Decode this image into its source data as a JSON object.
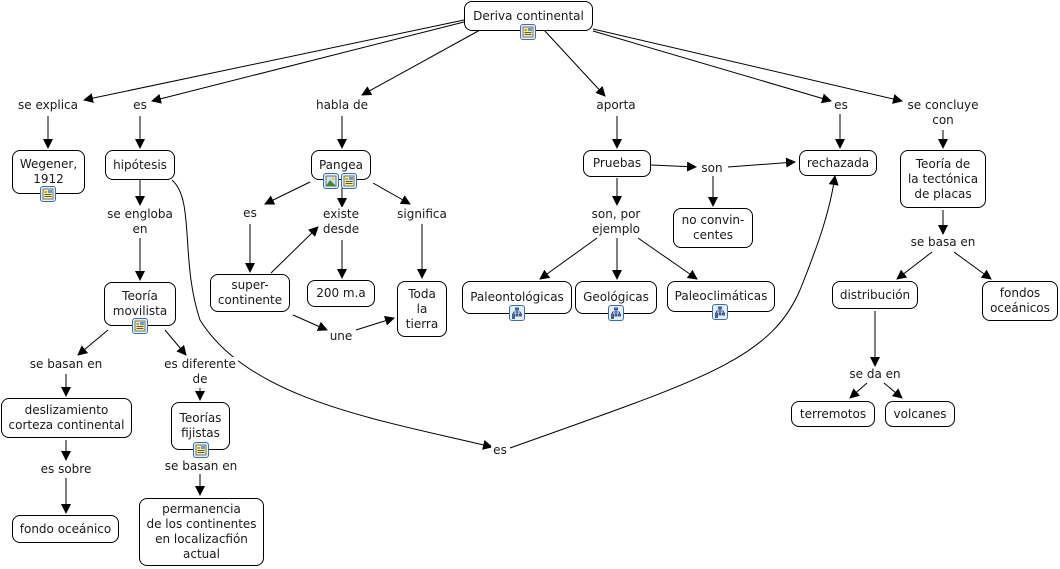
{
  "map_title": "Deriva continental",
  "concepts": {
    "root": "Deriva continental",
    "wegener": "Wegener,\n1912",
    "hipotesis": "hipótesis",
    "teoria_movilista": "Teoría\nmovilista",
    "deslizamiento": "deslizamiento\ncorteza continental",
    "fondo_oceanico": "fondo oceánico",
    "teorias_fijistas": "Teorías\nfijistas",
    "permanencia": "permanencia\nde los continentes\nen localizacfión\nactual",
    "pangea": "Pangea",
    "supercontinente": "super-\ncontinente",
    "m200": "200 m.a",
    "toda_tierra": "Toda\nla\ntierra",
    "pruebas": "Pruebas",
    "no_convincentes": "no convin-\ncentes",
    "paleontologicas": "Paleontológicas",
    "geologicas": "Geológicas",
    "paleoclimaticas": "Paleoclimáticas",
    "rechazada": "rechazada",
    "tectonica": "Teoría de\nla tectónica\nde placas",
    "distribucion": "distribución",
    "fondos_oceanicos": "fondos\noceánicos",
    "terremotos": "terremotos",
    "volcanes": "volcanes"
  },
  "phrases": {
    "se_explica": "se explica",
    "es_hipotesis": "es",
    "habla_de": "habla de",
    "aporta": "aporta",
    "es_rechazada": "es",
    "se_concluye": "se concluye\ncon",
    "se_engloba": "se engloba\nen",
    "se_basan_en_1": "se basan en",
    "es_diferente": "es diferente\nde",
    "es_sobre": "es sobre",
    "se_basan_en_2": "se basan en",
    "es_pangea": "es",
    "existe_desde": "existe\ndesde",
    "significa": "significa",
    "une": "une",
    "son_prueba": "son",
    "son_por_ejemplo": "son, por\nejemplo",
    "se_basa_en": "se basa en",
    "se_da_en": "se da en",
    "es_curve": "es"
  },
  "resources": {
    "document_icon": "document-icon",
    "image_icon": "image-icon",
    "concept_map_icon": "concept-map-icon"
  }
}
